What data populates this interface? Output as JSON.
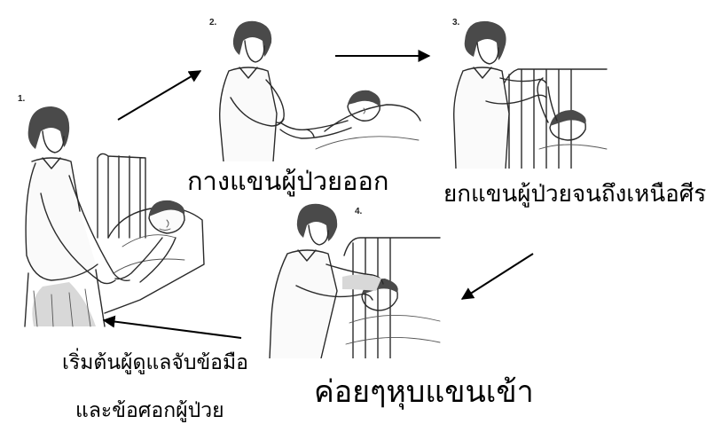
{
  "steps": [
    {
      "number": "1.",
      "caption_line1": "เริ่มต้นผู้ดูแลจับข้อมือ",
      "caption_line2": "และข้อศอกผู้ป่วย"
    },
    {
      "number": "2.",
      "caption": "กางแขนผู้ป่วยออก"
    },
    {
      "number": "3.",
      "caption": "ยกแขนผู้ป่วยจนถึงเหนือศีรษะ"
    },
    {
      "number": "4.",
      "caption": "ค่อยๆหุบแขนเข้า"
    }
  ],
  "colors": {
    "ink": "#2a2a2a",
    "arrow": "#000000",
    "background": "#ffffff"
  }
}
